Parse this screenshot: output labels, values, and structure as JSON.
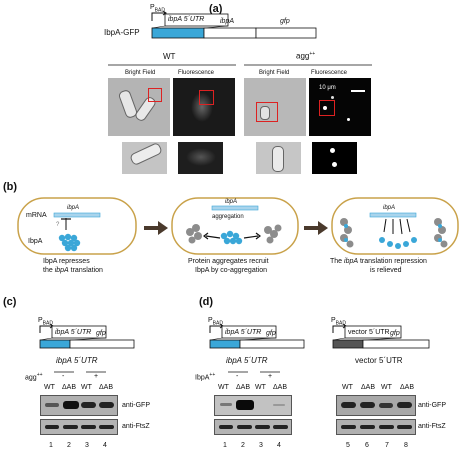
{
  "panel_a": {
    "letter": "(a)",
    "construct_label": "IbpA-GFP",
    "promoter": "P",
    "promoter_sub": "BAD",
    "utr_box": "ibpA 5´UTR",
    "gene1": "ibpA",
    "gene2": "gfp",
    "groups": [
      "WT",
      "agg"
    ],
    "agg_sup": "++",
    "col_labels": [
      "Bright Field",
      "Fluorescence",
      "Bright Field",
      "Fluorescence"
    ],
    "scale_bar": "10 μm"
  },
  "panel_b": {
    "letter": "(b)",
    "mrna": "mRNA",
    "gene": "ibpA",
    "qmark": "?",
    "ibpa_protein": "IbpA",
    "aggregation": "aggregation",
    "caption1_l1": "IbpA represses",
    "caption1_l2_pre": "the ",
    "caption1_l2_it": "ibpA",
    "caption1_l2_post": " translation",
    "caption2_l1": "Protein aggregates recruit",
    "caption2_l2": "IbpA by co-aggregation",
    "caption3_l1_pre": "The ",
    "caption3_l1_it": "ibpA",
    "caption3_l1_post": " translation repression",
    "caption3_l2": "is relieved"
  },
  "panel_c": {
    "letter": "(c)",
    "promoter": "P",
    "promoter_sub": "BAD",
    "utr_box": "ibpA 5´UTR",
    "gene": "gfp",
    "blot_title": "ibpA 5´UTR",
    "condition": "agg",
    "condition_sup": "++",
    "signs": [
      "-",
      "+"
    ],
    "strains": [
      "WT",
      "ΔAB",
      "WT",
      "ΔAB"
    ],
    "antibodies": [
      "anti-GFP",
      "anti-FtsZ"
    ],
    "lanes": [
      "1",
      "2",
      "3",
      "4"
    ]
  },
  "panel_d": {
    "letter": "(d)",
    "promoter": "P",
    "promoter_sub": "BAD",
    "utr_box_left": "ibpA 5´UTR",
    "utr_box_right": "vector 5´UTR",
    "gene": "gfp",
    "blot_title_left": "ibpA 5´UTR",
    "blot_title_right": "vector 5´UTR",
    "condition": "IbpA",
    "condition_sup": "++",
    "signs": [
      "-",
      "+"
    ],
    "strains_left": [
      "WT",
      "ΔAB",
      "WT",
      "ΔAB"
    ],
    "strains_right": [
      "WT",
      "ΔAB",
      "WT",
      "ΔAB"
    ],
    "antibodies": [
      "anti-GFP",
      "anti-FtsZ"
    ],
    "lanes_left": [
      "1",
      "2",
      "3",
      "4"
    ],
    "lanes_right": [
      "5",
      "6",
      "7",
      "8"
    ]
  },
  "colors": {
    "blue": "#3aa7d8",
    "light_blue": "#a9d4ec",
    "cell_border": "#c9a24a",
    "arrow": "#4a3a2c",
    "aggregate": "#8c8c8c"
  }
}
